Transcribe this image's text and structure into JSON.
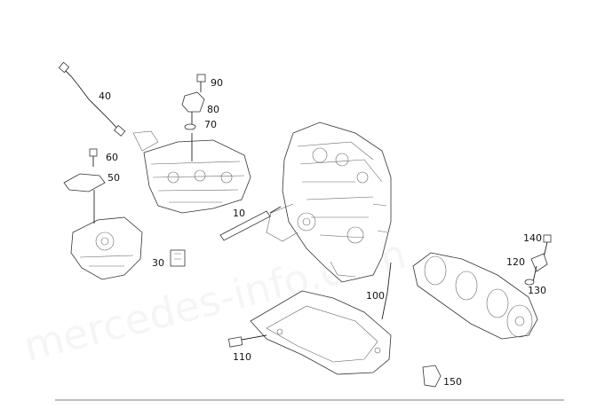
{
  "diagram": {
    "watermark": "mercedes-info.com",
    "parts": [
      {
        "id": "10",
        "label": "10"
      },
      {
        "id": "30",
        "label": "30"
      },
      {
        "id": "40",
        "label": "40"
      },
      {
        "id": "50",
        "label": "50"
      },
      {
        "id": "60",
        "label": "60"
      },
      {
        "id": "70",
        "label": "70"
      },
      {
        "id": "80",
        "label": "80"
      },
      {
        "id": "90",
        "label": "90"
      },
      {
        "id": "100",
        "label": "100"
      },
      {
        "id": "110",
        "label": "110"
      },
      {
        "id": "120",
        "label": "120"
      },
      {
        "id": "130",
        "label": "130"
      },
      {
        "id": "140",
        "label": "140"
      },
      {
        "id": "150",
        "label": "150"
      }
    ]
  }
}
